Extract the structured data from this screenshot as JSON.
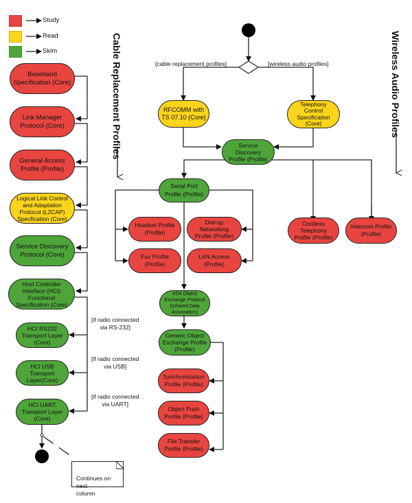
{
  "legend": [
    {
      "label": "Study",
      "color": "#e84540"
    },
    {
      "label": "Read",
      "color": "#fcd41c"
    },
    {
      "label": "Skim",
      "color": "#4ea53a"
    }
  ],
  "lanes": {
    "cable": "Cable Replacement Profiles",
    "wireless": "Wireless Audio Profiles"
  },
  "guards": {
    "cable": "[cable replacement profiles]",
    "wireless": "[wireless audio profiles]",
    "rs232": "[if radio connected\nvia RS-232]",
    "usb": "[if radio connected\nvia USB]",
    "uart": "[if radio connected\nvia UART]"
  },
  "note": "Continues on next\ncolumn",
  "nodes": {
    "baseband": {
      "label": "Baseband\nSpecification (Core)",
      "level": "study"
    },
    "lmp": {
      "label": "Link Manager\nProtocol (Core)",
      "level": "study"
    },
    "gap": {
      "label": "General Access\nProfile (Profile)",
      "level": "study"
    },
    "l2cap": {
      "label": "Logical Link Control\nand Adaptation\nProtocol (L2CAP)\nSpecfication (Core)",
      "level": "read"
    },
    "sdp": {
      "label": "Service Discovery\nProtocol  (Core)",
      "level": "skim"
    },
    "hci": {
      "label": "Host Controller\nInterface (HCI)\nFunctional\nSpecification (Core)",
      "level": "skim"
    },
    "hci_rs232": {
      "label": "HCI RS232\nTransport Layer\n(Core)",
      "level": "skim"
    },
    "hci_usb": {
      "label": "HCI USB\nTransport\nLayer(Core)",
      "level": "skim"
    },
    "hci_uart": {
      "label": "HCI UART\nTransport Layer\n(Core)",
      "level": "skim"
    },
    "rfcomm": {
      "label": "RFCOMM with\nTS 07.10 (Core)",
      "level": "read"
    },
    "tcs": {
      "label": "Telephony\nControl\nSpecification\n(Core)",
      "level": "read"
    },
    "sdap": {
      "label": "Service\nDiscovery\nProfile (Profile)",
      "level": "skim"
    },
    "spp": {
      "label": "Serial Port\nProfile (Profile)",
      "level": "skim"
    },
    "headset": {
      "label": "Headset Profile\n(Profile)",
      "level": "study"
    },
    "dun": {
      "label": "Dial-up\nNetworking\nProfile (Profile)",
      "level": "study"
    },
    "fax": {
      "label": "Fax Profile\n(Profile)",
      "level": "study"
    },
    "lan": {
      "label": "LAN Access\n(Profile)",
      "level": "study"
    },
    "ctp": {
      "label": "Cordless\nTelephony\nProfile (Profile)",
      "level": "study"
    },
    "intercom": {
      "label": "Intercom  Profile\n(Profile)",
      "level": "study"
    },
    "irda": {
      "label": "IrDA Object\nExchange Protocol\n(Infrared Data\nAssociation)",
      "level": "skim"
    },
    "goep": {
      "label": "Generic Object\nExchange Profile\n(Profile)",
      "level": "skim"
    },
    "sync": {
      "label": "Synchronization\nProfile (Profile)",
      "level": "study"
    },
    "opp": {
      "label": "Object Push\nProfile (Profile)",
      "level": "study"
    },
    "ftp": {
      "label": "File Transfer\nProfile (Profile)",
      "level": "study"
    }
  }
}
